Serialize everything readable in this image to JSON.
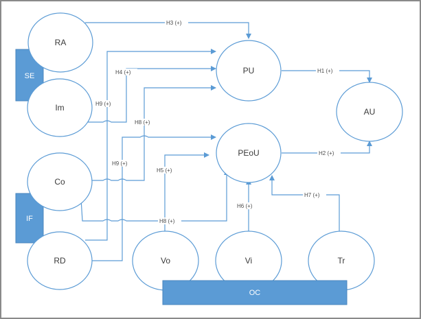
{
  "nodes": {
    "RA": "RA",
    "Im": "Im",
    "Co": "Co",
    "RD": "RD",
    "Vo": "Vo",
    "Vi": "Vi",
    "Tr": "Tr",
    "PU": "PU",
    "PEoU": "PEoU",
    "AU": "AU"
  },
  "groups": {
    "SE": "SE",
    "IF": "IF",
    "OC": "OC"
  },
  "hypotheses": {
    "h1": "H1 (+)",
    "h2": "H2 (+)",
    "h3": "H3 (+)",
    "h4": "H4 (+)",
    "h5": "H5 (+)",
    "h6": "H6 (+)",
    "h7": "H7 (+)",
    "h8_upper": "H8 (+)",
    "h8_lower": "H8 (+)",
    "h9_upper": "H9 (+)",
    "h9_lower": "H9 (+)"
  },
  "colors": {
    "accent": "#5b9bd5",
    "frame": "#8a8a8a"
  }
}
